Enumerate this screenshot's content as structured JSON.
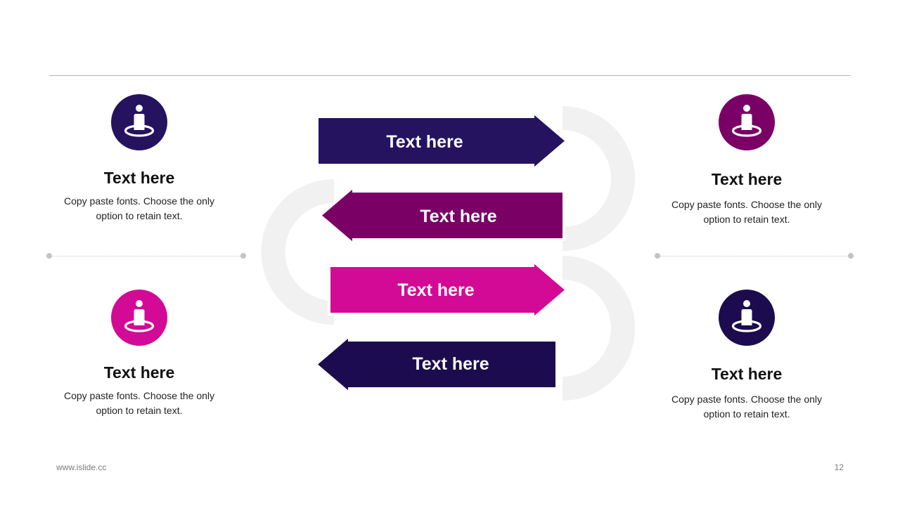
{
  "colors": {
    "deep_indigo": "#26135f",
    "plum": "#7a0066",
    "magenta": "#d30a95",
    "dark_navy": "#1c0c4f",
    "track_gray": "#f1f1f1"
  },
  "blocks": [
    {
      "title": "Text here",
      "body_line1": "Copy paste fonts. Choose the only",
      "body_line2": "option to retain text.",
      "icon": "person-on-location-icon",
      "color": "#26135f"
    },
    {
      "title": "Text here",
      "body_line1": "Copy paste fonts. Choose the only",
      "body_line2": "option to retain text.",
      "icon": "person-on-location-icon",
      "color": "#d30a95"
    },
    {
      "title": "Text here",
      "body_line1": "Copy paste fonts. Choose the only",
      "body_line2": "option to retain text.",
      "icon": "person-on-location-icon",
      "color": "#7a0066"
    },
    {
      "title": "Text here",
      "body_line1": "Copy paste fonts. Choose the only",
      "body_line2": "option to retain text.",
      "icon": "person-on-location-icon",
      "color": "#1c0c4f"
    }
  ],
  "arrows": [
    {
      "label": "Text here",
      "direction": "right",
      "color": "#26135f"
    },
    {
      "label": "Text here",
      "direction": "left",
      "color": "#7a0066"
    },
    {
      "label": "Text here",
      "direction": "right",
      "color": "#d30a95"
    },
    {
      "label": "Text here",
      "direction": "left",
      "color": "#1c0c4f"
    }
  ],
  "footer": {
    "website": "www.islide.cc",
    "page_number": "12"
  }
}
